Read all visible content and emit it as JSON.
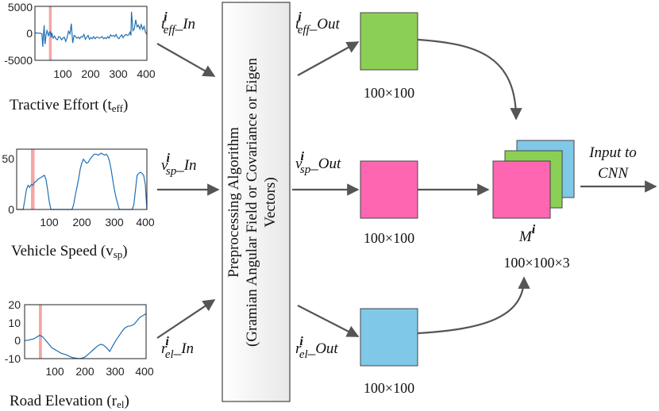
{
  "charts": [
    {
      "caption_main": "Tractive Effort (t",
      "caption_sub": "eff",
      "caption_close": ")",
      "y_ticks": [
        "5000",
        "0",
        "-5000"
      ],
      "x_ticks": [
        "100",
        "200",
        "300",
        "400"
      ],
      "xlim": [
        0,
        400
      ],
      "ylim": [
        -5000,
        5000
      ],
      "highlight_x": [
        50,
        60
      ],
      "highlight_color": "#f4a6a6",
      "line_color": "#1f6fb5",
      "series_x": [
        0,
        5,
        10,
        15,
        20,
        25,
        28,
        30,
        33,
        36,
        40,
        43,
        45,
        48,
        50,
        52,
        55,
        58,
        60,
        65,
        70,
        75,
        80,
        85,
        90,
        95,
        100,
        105,
        110,
        115,
        120,
        125,
        130,
        135,
        140,
        145,
        150,
        155,
        160,
        165,
        170,
        175,
        180,
        185,
        190,
        195,
        200,
        205,
        210,
        215,
        220,
        225,
        230,
        235,
        240,
        245,
        250,
        255,
        260,
        265,
        270,
        275,
        280,
        285,
        290,
        295,
        300,
        305,
        310,
        315,
        320,
        325,
        330,
        335,
        340,
        343,
        345,
        348,
        350,
        355,
        360,
        365,
        370,
        375,
        380,
        385,
        390,
        395,
        400
      ],
      "series_y": [
        0,
        100,
        0,
        50,
        0,
        -100,
        -2500,
        -600,
        1500,
        -2000,
        -300,
        500,
        200,
        -400,
        -200,
        200,
        300,
        -800,
        100,
        -900,
        -500,
        -1000,
        -1200,
        -600,
        -700,
        -1200,
        -900,
        -700,
        -1500,
        -800,
        400,
        -100,
        1800,
        -1800,
        -400,
        -600,
        -900,
        -700,
        -1000,
        -600,
        -700,
        -200,
        -1100,
        -700,
        -400,
        -1100,
        -800,
        -1000,
        -600,
        -1000,
        -700,
        -700,
        -900,
        -800,
        -600,
        -1000,
        -800,
        -1000,
        -600,
        -900,
        -300,
        -500,
        -400,
        -600,
        -200,
        -800,
        -1000,
        -600,
        -300,
        -800,
        -400,
        -200,
        -400,
        -300,
        200,
        -400,
        4000,
        2000,
        500,
        800,
        2500,
        1200,
        1500,
        800,
        1600,
        700,
        1300,
        200,
        -200
      ]
    },
    {
      "caption_main": "Vehicle Speed (v",
      "caption_sub": "sp",
      "caption_close": ")",
      "y_ticks": [
        "50",
        "0"
      ],
      "x_ticks": [
        "100",
        "200",
        "300",
        "400"
      ],
      "xlim": [
        0,
        400
      ],
      "ylim": [
        0,
        60
      ],
      "highlight_x": [
        44,
        55
      ],
      "highlight_color": "#f4a6a6",
      "line_color": "#1f6fb5",
      "series_x": [
        0,
        5,
        10,
        15,
        20,
        25,
        30,
        35,
        40,
        45,
        50,
        55,
        60,
        65,
        70,
        75,
        80,
        85,
        90,
        95,
        100,
        105,
        110,
        115,
        120,
        125,
        130,
        135,
        140,
        145,
        150,
        155,
        160,
        165,
        170,
        175,
        180,
        185,
        190,
        195,
        200,
        205,
        210,
        215,
        220,
        225,
        230,
        235,
        240,
        245,
        250,
        255,
        260,
        265,
        270,
        275,
        280,
        285,
        290,
        295,
        300,
        305,
        310,
        315,
        320,
        325,
        330,
        335,
        340,
        345,
        350,
        355,
        360,
        365,
        370,
        375,
        380,
        385,
        390,
        395,
        400
      ],
      "series_y": [
        0,
        0,
        0,
        0,
        0,
        10,
        20,
        24,
        22,
        25,
        24,
        27,
        28,
        30,
        31,
        32,
        33,
        34,
        30,
        20,
        8,
        0,
        0,
        0,
        0,
        0,
        0,
        0,
        0,
        0,
        0,
        0,
        0,
        0,
        0,
        5,
        14,
        22,
        30,
        40,
        46,
        50,
        48,
        46,
        47,
        50,
        52,
        54,
        55,
        55,
        54,
        55,
        56,
        55,
        54,
        55,
        53,
        48,
        40,
        30,
        20,
        12,
        6,
        0,
        0,
        0,
        0,
        0,
        0,
        0,
        0,
        0,
        5,
        20,
        34,
        36,
        37,
        36,
        34,
        25,
        0
      ]
    },
    {
      "caption_main": "Road Elevation (r",
      "caption_sub": "el",
      "caption_close": ")",
      "y_ticks": [
        "20",
        "10",
        "0",
        "-10"
      ],
      "x_ticks": [
        "100",
        "200",
        "300",
        "400"
      ],
      "xlim": [
        0,
        400
      ],
      "ylim": [
        -10,
        20
      ],
      "highlight_x": [
        47,
        57
      ],
      "highlight_color": "#f4a6a6",
      "line_color": "#1f6fb5",
      "series_x": [
        0,
        10,
        20,
        30,
        40,
        50,
        60,
        70,
        80,
        90,
        100,
        110,
        120,
        130,
        140,
        150,
        160,
        170,
        180,
        190,
        200,
        210,
        220,
        230,
        240,
        250,
        260,
        270,
        280,
        290,
        300,
        310,
        320,
        330,
        340,
        350,
        360,
        370,
        380,
        390,
        400
      ],
      "series_y": [
        0,
        0.2,
        0.6,
        1,
        2,
        3,
        2,
        0,
        -2,
        -4,
        -5,
        -6,
        -7,
        -7.5,
        -8,
        -9,
        -9.5,
        -9.8,
        -10,
        -9.7,
        -9,
        -7.5,
        -6,
        -4.5,
        -3,
        -2,
        -2.5,
        -4,
        -6,
        -3,
        0,
        2.5,
        5,
        7,
        8,
        8.2,
        9,
        11,
        13,
        14,
        15
      ]
    }
  ],
  "inputs": [
    {
      "sym": "t",
      "sup": "i",
      "sub": "eff",
      "suffix": "_In"
    },
    {
      "sym": "v",
      "sup": "i",
      "sub": "sp",
      "suffix": "_In"
    },
    {
      "sym": "r",
      "sup": "i",
      "sub": "el",
      "suffix": "_In"
    }
  ],
  "outputs": [
    {
      "sym": "t",
      "sup": "i",
      "sub": "eff",
      "suffix": "_Out",
      "color": "#8ccf55",
      "dim": "100×100"
    },
    {
      "sym": "v",
      "sup": "i",
      "sub": "sp",
      "suffix": "_Out",
      "color": "#ff66b2",
      "dim": "100×100"
    },
    {
      "sym": "r",
      "sup": "i",
      "sub": "el",
      "suffix": "_Out",
      "color": "#80c8e8",
      "dim": "100×100"
    }
  ],
  "processor": {
    "line1": "Preprocessing Algorithm",
    "line2": "(Gramian Angular Field or Covariance or Eigen",
    "line3": "Vectors)"
  },
  "stack": {
    "label_sym": "M",
    "label_sup": "i",
    "dim": "100×100×3",
    "colors": [
      "#80c8e8",
      "#8ccf55",
      "#ff66b2"
    ]
  },
  "final": {
    "line1": "Input to",
    "line2": "CNN"
  }
}
